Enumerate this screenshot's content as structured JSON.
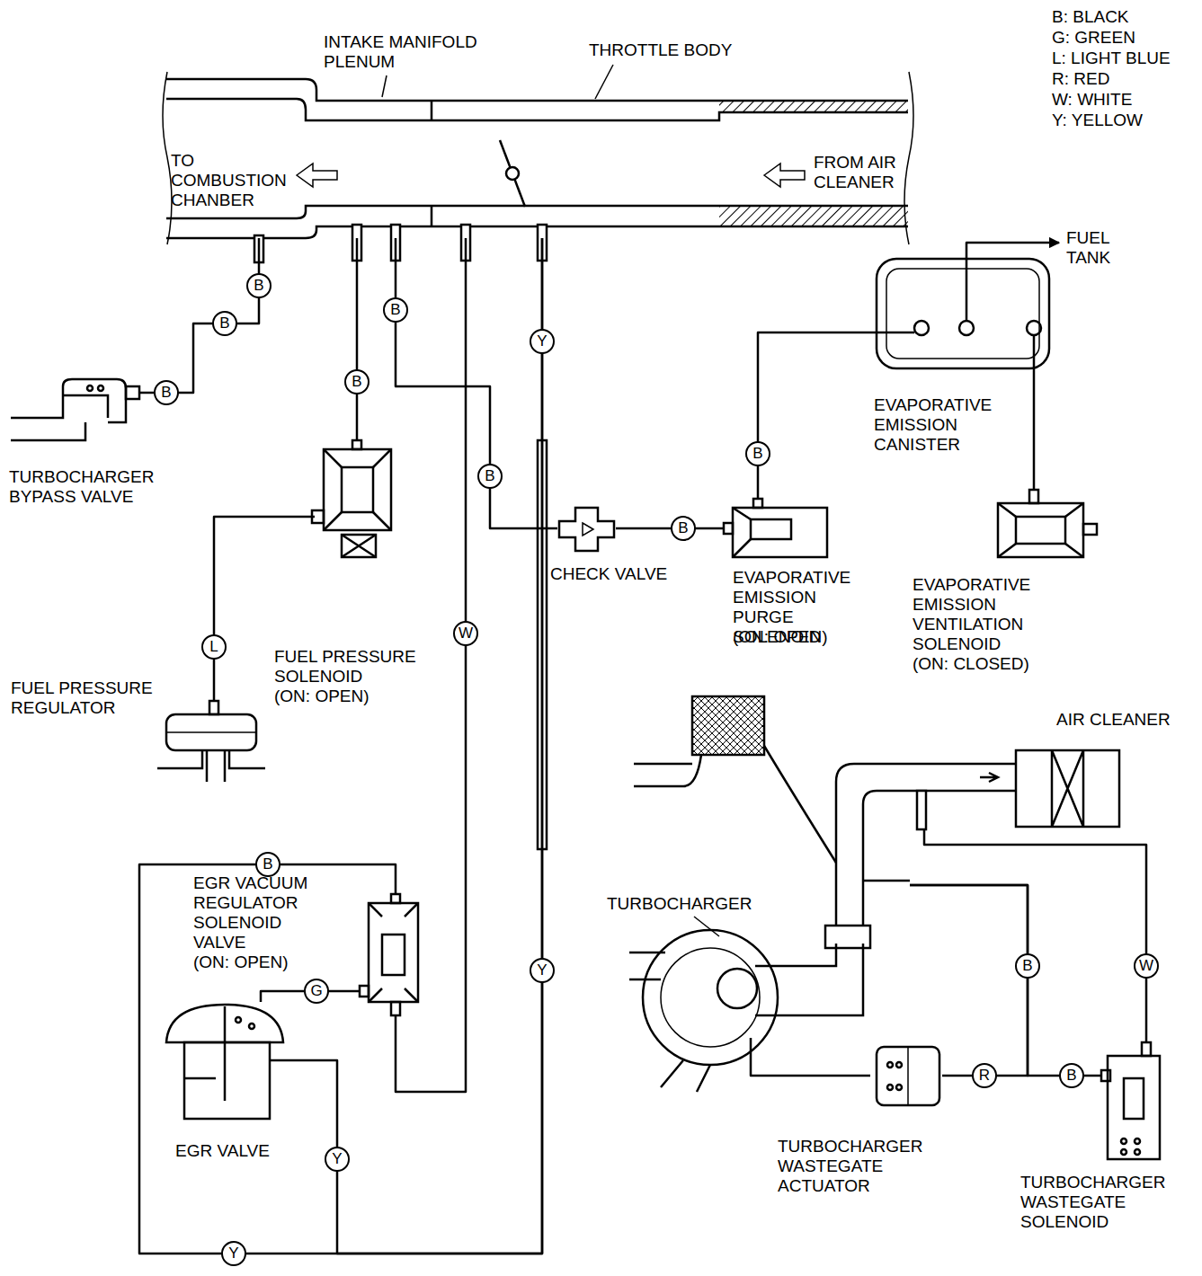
{
  "diagram": {
    "nodes": [
      {
        "text": [
          "INTAKE MANIFOLD PLENUM"
        ]
      },
      {
        "text": [
          "THROTTLE BODY"
        ]
      },
      {
        "text": [
          "FUEL TANK"
        ]
      },
      {
        "text": [
          "EVAPORATIVE EMISSION CANISTER"
        ]
      },
      {
        "text": [
          "TURBOCHARGER BYPASS VALVE"
        ]
      },
      {
        "text": [
          "CHECK VALVE"
        ]
      },
      {
        "text": [
          "EVAPORATIVE EMISSION PURGE SOLENOID",
          "(ON: OPEN)"
        ]
      },
      {
        "text": [
          "EVAPORATIVE EMISSION VENTILATION SOLENOID",
          "(ON: CLOSED)"
        ]
      },
      {
        "text": [
          "FUEL PRESSURE SOLENOID",
          "(ON: OPEN)"
        ]
      },
      {
        "text": [
          "FUEL PRESSURE REGULATOR"
        ]
      },
      {
        "text": [
          "AIR CLEANER"
        ]
      },
      {
        "text": [
          "EGR VACUUM REGULATOR SOLENOID VALVE",
          "(ON: OPEN)"
        ]
      },
      {
        "text": [
          "TURBOCHARGER"
        ]
      },
      {
        "text": [
          "EGR VALVE"
        ]
      },
      {
        "text": [
          "TURBOCHARGER WASTEGATE ACTUATOR"
        ]
      },
      {
        "text": [
          "TURBOCHARGER WASTEGATE SOLENOID"
        ]
      }
    ],
    "edges": [
      {
        "from": 0,
        "to": 4,
        "arrow": "none"
      },
      {
        "from": 0,
        "to": 8,
        "arrow": "none"
      },
      {
        "from": 0,
        "to": 5,
        "arrow": "none"
      },
      {
        "from": 1,
        "to": 11,
        "arrow": "none"
      },
      {
        "from": 1,
        "to": 13,
        "arrow": "none"
      },
      {
        "from": 1,
        "to": 11,
        "arrow": "none"
      },
      {
        "from": 5,
        "to": 6,
        "arrow": "none"
      },
      {
        "from": 6,
        "to": 3,
        "arrow": "none"
      },
      {
        "from": 3,
        "to": 2,
        "arrow": "to"
      },
      {
        "from": 3,
        "to": 7,
        "arrow": "none"
      },
      {
        "from": 8,
        "to": 9,
        "arrow": "none"
      },
      {
        "from": 11,
        "to": 13,
        "arrow": "none"
      },
      {
        "from": 10,
        "to": 15,
        "arrow": "none"
      },
      {
        "from": 12,
        "to": 14,
        "arrow": "none"
      },
      {
        "from": 12,
        "to": 15,
        "arrow": "none"
      },
      {
        "from": 14,
        "to": 12,
        "arrow": "none"
      }
    ],
    "labels": [
      "TO COMBUSTION CHANBER",
      "FROM AIR CLEANER",
      "B",
      "B",
      "B",
      "B",
      "B",
      "B",
      "W",
      "Y",
      "Y",
      "Y",
      "B",
      "Y",
      "B",
      "B",
      "L",
      "G",
      "W",
      "B",
      "R",
      "B"
    ],
    "legend": [
      {
        "text": "B: BLACK"
      },
      {
        "text": "G: GREEN"
      },
      {
        "text": "L: LIGHT BLUE"
      },
      {
        "text": "R: RED"
      },
      {
        "text": "W: WHITE"
      },
      {
        "text": "Y: YELLOW"
      }
    ]
  }
}
